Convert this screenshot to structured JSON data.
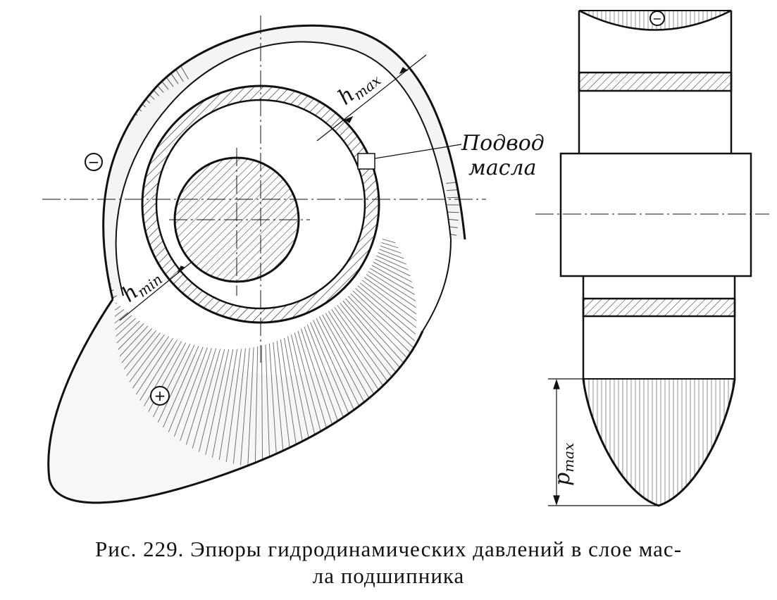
{
  "figure": {
    "labels": {
      "h_max": "h",
      "h_max_sub": "max",
      "h_min": "h",
      "h_min_sub": "min",
      "oil_feed_line1": "Подвод",
      "oil_feed_line2": "масла",
      "p_max": "p",
      "p_max_sub": "max"
    },
    "signs": {
      "negative": "−",
      "positive": "+"
    }
  },
  "caption": {
    "line1": "Рис. 229. Эпюры гидродинамических давлений в слое мас-",
    "line2": "ла подшипника"
  }
}
